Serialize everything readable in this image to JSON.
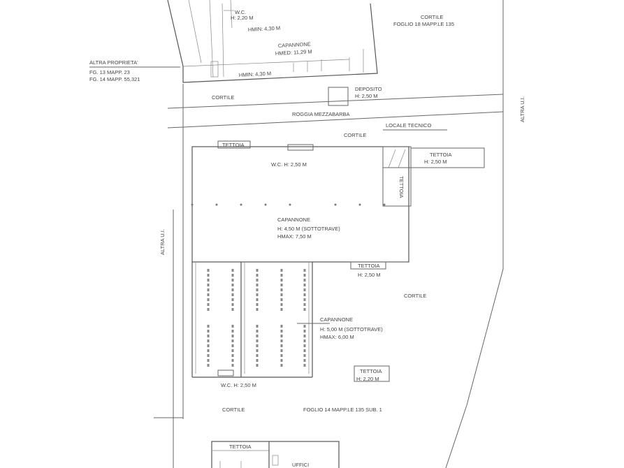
{
  "labels": {
    "top_vc": "W.C.",
    "top_vc_h": "H: 2,20 M",
    "top_hmin": "HMIN: 4,30 M",
    "top_cortile": "CORTILE",
    "top_foglio": "FOGLIO 18 MAPP.LE 135",
    "top_capannone": "CAPANNONE",
    "top_hmed": "HMED: 11,29 M",
    "top_hmin2": "HMIN: 4,30 M",
    "altra_prop": "ALTRA PROPRIETA'",
    "fg1": "FG. 13 MAPP. 23",
    "fg2": "FG. 14 MAPP. 55,321",
    "cortile_a": "CORTILE",
    "deposito": "DEPOSITO",
    "deposito_h": "H: 2,50 M",
    "roggia": "ROGGIA MEZZABARBA",
    "cortile_b": "CORTILE",
    "locale_tecnico": "LOCALE TECNICO",
    "tettoia_1": "TETTOIA",
    "wc_1": "W.C. H: 2,50 M",
    "tettoia_2": "TETTOIA",
    "tettoia_2h": "H: 2,50 M",
    "tettoia_side": "TETTOIA",
    "altra_ud": "ALTRA U.I.",
    "altra_ud_right": "ALTRA U.I.",
    "cap2": "CAPANNONE",
    "cap2_h": "H: 4,50 M (SOTTOTRAVE)",
    "cap2_hmax": "HMAX: 7,50 M",
    "tettoia_3": "TETTOIA",
    "tettoia_3h": "H: 2,50 M",
    "cortile_c": "CORTILE",
    "cap3": "CAPANNONE",
    "cap3_h": "H: 5,00 M (SOTTOTRAVE)",
    "cap3_hmax": "HMAX: 6,00 M",
    "tettoia_4": "TETTOIA",
    "tettoia_4h": "H: 2,20 M",
    "wc_2": "W.C. H: 2,50 M",
    "cortile_d": "CORTILE",
    "foglio_bottom": "FOGLIO 14 MAPP.LE 135 SUB. 1",
    "tettoia_5": "TETTOIA",
    "uffici": "UFFICI"
  }
}
